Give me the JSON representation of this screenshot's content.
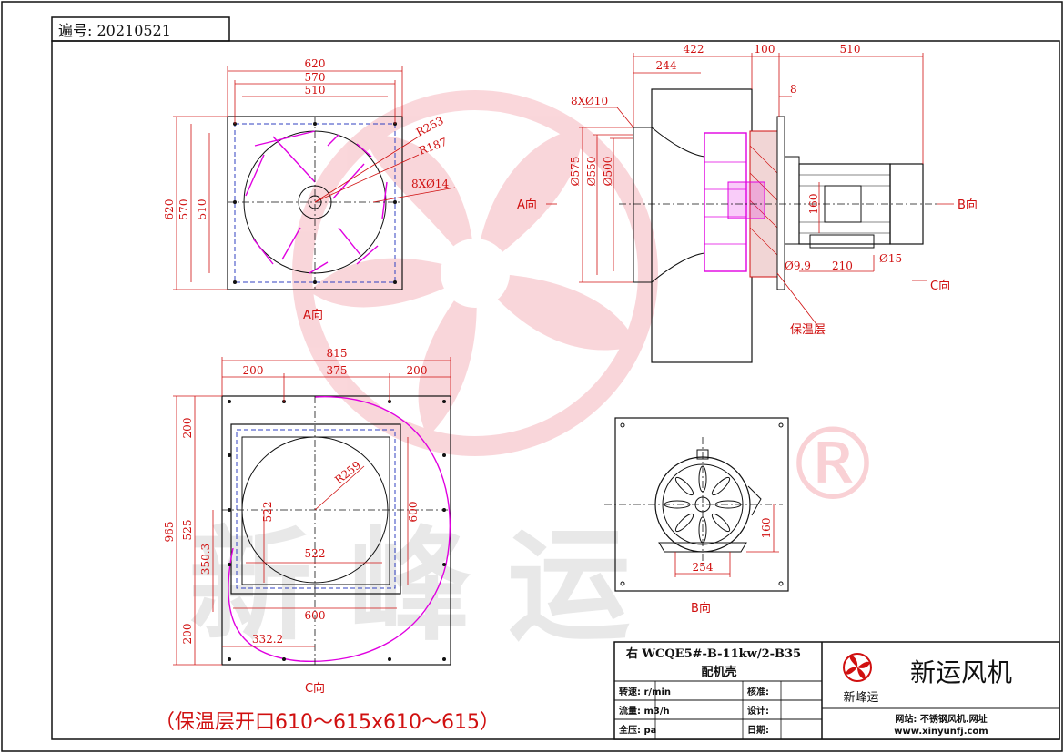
{
  "drawing_number": "遍号: 20210521",
  "watermark": {
    "text": "新峰运",
    "registered_mark": "®",
    "color": "#e84a5a"
  },
  "colors": {
    "dimension": "#d01010",
    "impeller": "#e000e0",
    "outline": "#111111",
    "hidden_line": "#3040c0"
  },
  "view_labels": {
    "a_view": "A向",
    "b_view": "B向",
    "c_view": "C向",
    "a_arrow": "A向",
    "b_arrow": "B向",
    "c_arrow": "C向",
    "insulation": "保温层"
  },
  "dims_a": {
    "w620": "620",
    "w570": "570",
    "w510": "510",
    "h620": "620",
    "h570": "570",
    "h510": "510",
    "r253": "R253",
    "r187": "R187",
    "holes": "8XØ14"
  },
  "dims_side": {
    "d422": "422",
    "d100": "100",
    "d510": "510",
    "d244": "244",
    "d8": "8",
    "holes": "8XØ10",
    "phi575": "Ø575",
    "phi550": "Ø550",
    "phi500": "Ø500",
    "d160": "160",
    "phi9": "Ø9.9",
    "d210": "210",
    "phi15": "Ø15"
  },
  "dims_c": {
    "w815": "815",
    "w200a": "200",
    "w375": "375",
    "w200b": "200",
    "h965": "965",
    "h200a": "200",
    "h525": "525",
    "h350": "350.3",
    "h200b": "200",
    "r259": "R259",
    "v522": "522",
    "h522": "522",
    "v600": "600",
    "h600": "600",
    "d332": "332.2"
  },
  "dims_b": {
    "d160": "160",
    "d254": "254"
  },
  "note": "（保温层开口610～615x610～615）",
  "title_block": {
    "model": "右 WCQE5#-B-11kw/2-B35",
    "subtitle": "配机壳",
    "rows": [
      {
        "left": "转速: r/min",
        "right": "核准:"
      },
      {
        "left": "流量: m3/h",
        "right": "设计:"
      },
      {
        "left": "全压: pa",
        "right": "日期:"
      }
    ],
    "company": "新运风机",
    "logo_text": "新峰运",
    "website": "网站: 不锈钢风机.网址",
    "url": "www.xinyunfj.com"
  }
}
